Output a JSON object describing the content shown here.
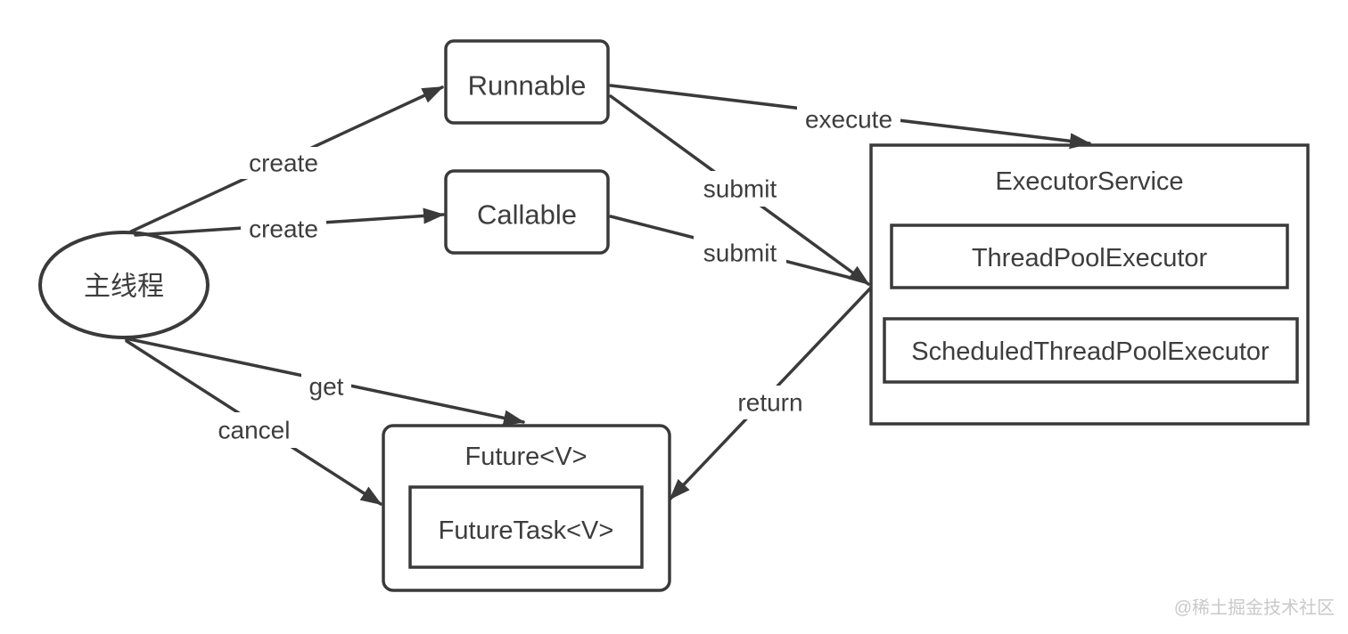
{
  "style": {
    "background": "#ffffff",
    "line_color": "#3a3a3a",
    "text_color": "#3d3d3d",
    "watermark_color": "#c9c9c9"
  },
  "nodes": {
    "main_thread": {
      "label": "主线程",
      "shape": "ellipse"
    },
    "runnable": {
      "label": "Runnable",
      "shape": "rounded-rect"
    },
    "callable": {
      "label": "Callable",
      "shape": "rounded-rect"
    },
    "executor_service": {
      "label": "ExecutorService",
      "shape": "rect"
    },
    "thread_pool_executor": {
      "label": "ThreadPoolExecutor",
      "shape": "rect",
      "parent": "executor_service"
    },
    "scheduled_thread_pool_executor": {
      "label": "ScheduledThreadPoolExecutor",
      "shape": "rect",
      "parent": "executor_service"
    },
    "future": {
      "label": "Future<V>",
      "shape": "rounded-rect"
    },
    "future_task": {
      "label": "FutureTask<V>",
      "shape": "rect",
      "parent": "future"
    }
  },
  "edges": {
    "create_runnable": {
      "label": "create",
      "from": "main_thread",
      "to": "runnable"
    },
    "create_callable": {
      "label": "create",
      "from": "main_thread",
      "to": "callable"
    },
    "execute": {
      "label": "execute",
      "from": "runnable",
      "to": "executor_service"
    },
    "submit_runnable": {
      "label": "submit",
      "from": "runnable",
      "to": "executor_service"
    },
    "submit_callable": {
      "label": "submit",
      "from": "callable",
      "to": "executor_service"
    },
    "get": {
      "label": "get",
      "from": "main_thread",
      "to": "future"
    },
    "cancel": {
      "label": "cancel",
      "from": "main_thread",
      "to": "future"
    },
    "return": {
      "label": "return",
      "from": "executor_service",
      "to": "future"
    }
  },
  "watermark": {
    "text": "@稀土掘金技术社区"
  }
}
